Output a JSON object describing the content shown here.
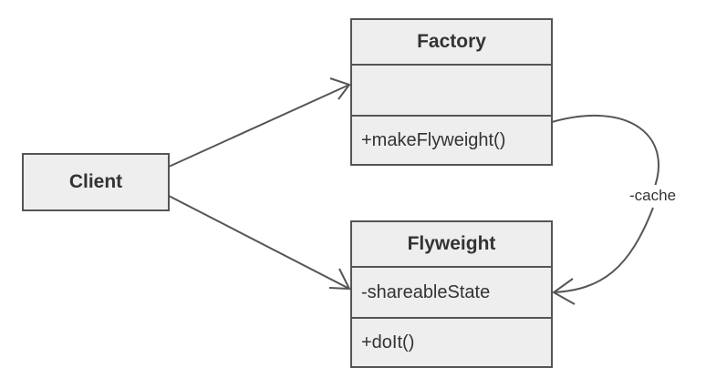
{
  "client": {
    "title": "Client"
  },
  "factory": {
    "title": "Factory",
    "attributes": "",
    "operation": "+makeFlyweight()"
  },
  "flyweight": {
    "title": "Flyweight",
    "attribute": "-shareableState",
    "operation": "+doIt()"
  },
  "edges": {
    "cache_label": "-cache"
  },
  "colors": {
    "box_fill": "#eeeeee",
    "stroke": "#555555",
    "text": "#333333"
  }
}
